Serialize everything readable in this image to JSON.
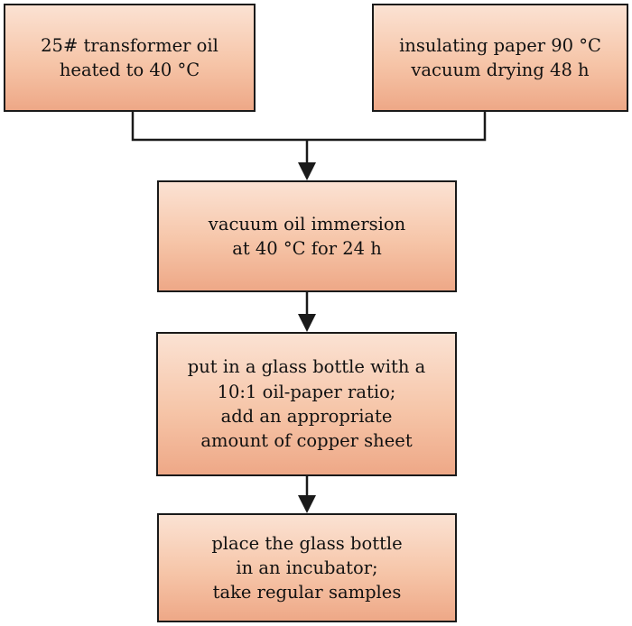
{
  "colors": {
    "box_top": "#fbe2d3",
    "box_bottom": "#eea887",
    "border": "#1a1a1a",
    "text": "#111111"
  },
  "boxes": {
    "oil": {
      "lines": [
        "25# transformer oil",
        "heated to 40 °C"
      ]
    },
    "paper": {
      "lines": [
        "insulating paper 90 °C",
        "vacuum drying 48 h"
      ]
    },
    "vacuum": {
      "lines": [
        "vacuum oil immersion",
        "at 40 °C for 24 h"
      ]
    },
    "bottle": {
      "lines": [
        "put in a glass bottle with a",
        "10:1 oil-paper ratio;",
        "add an appropriate",
        "amount of copper sheet"
      ]
    },
    "incubator": {
      "lines": [
        "place the glass bottle",
        "in an incubator;",
        "take regular samples"
      ]
    }
  }
}
